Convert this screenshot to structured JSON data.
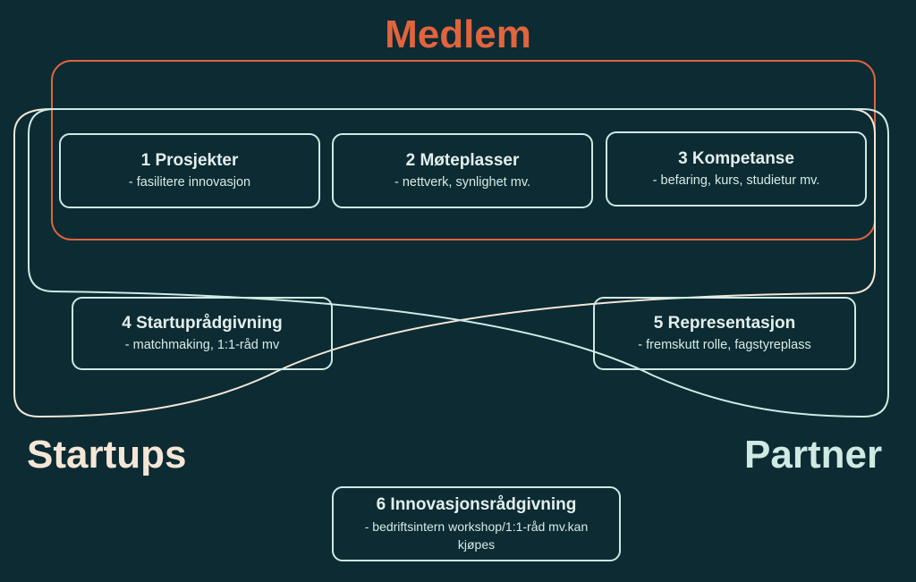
{
  "headings": {
    "member": "Medlem",
    "startups": "Startups",
    "partner": "Partner"
  },
  "colors": {
    "background": "#0c2b33",
    "member_accent": "#e0643e",
    "startups_text": "#f4e6d6",
    "partner_text": "#cfe9e3",
    "box_border": "#cfe9e3"
  },
  "boxes": [
    {
      "title": "1 Prosjekter",
      "subtitle": "- fasilitere innovasjon"
    },
    {
      "title": "2 Møteplasser",
      "subtitle": "- nettverk, synlighet mv."
    },
    {
      "title": "3 Kompetanse",
      "subtitle": "- befaring, kurs, studietur mv."
    },
    {
      "title": "4 Startuprådgivning",
      "subtitle": "- matchmaking, 1:1-råd mv"
    },
    {
      "title": "5 Representasjon",
      "subtitle": "- fremskutt rolle, fagstyreplass"
    },
    {
      "title": "6 Innovasjonsrådgivning",
      "subtitle": "- bedriftsintern workshop/1:1-råd mv.kan kjøpes"
    }
  ]
}
